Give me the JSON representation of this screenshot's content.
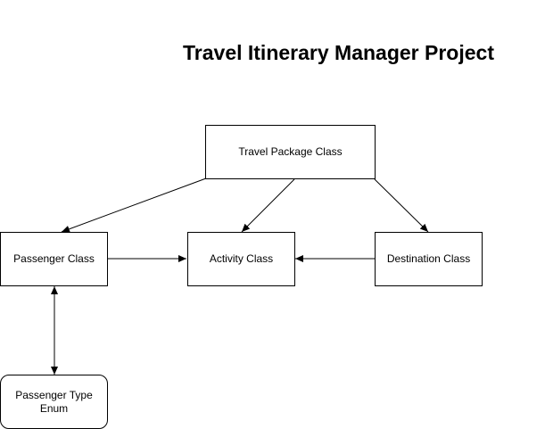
{
  "title": "Travel Itinerary Manager Project",
  "nodes": {
    "travel_package": "Travel Package Class",
    "passenger": "Passenger Class",
    "activity": "Activity Class",
    "destination": "Destination Class",
    "passenger_type": "Passenger Type Enum"
  },
  "edges": [
    {
      "from": "Travel Package Class",
      "to": "Passenger Class",
      "type": "arrow"
    },
    {
      "from": "Travel Package Class",
      "to": "Activity Class",
      "type": "arrow"
    },
    {
      "from": "Travel Package Class",
      "to": "Destination Class",
      "type": "arrow"
    },
    {
      "from": "Passenger Class",
      "to": "Activity Class",
      "type": "arrow"
    },
    {
      "from": "Destination Class",
      "to": "Activity Class",
      "type": "arrow"
    },
    {
      "from": "Passenger Class",
      "to": "Passenger Type Enum",
      "type": "bidirectional"
    }
  ],
  "colors": {
    "stroke": "#000000",
    "background": "#ffffff"
  }
}
